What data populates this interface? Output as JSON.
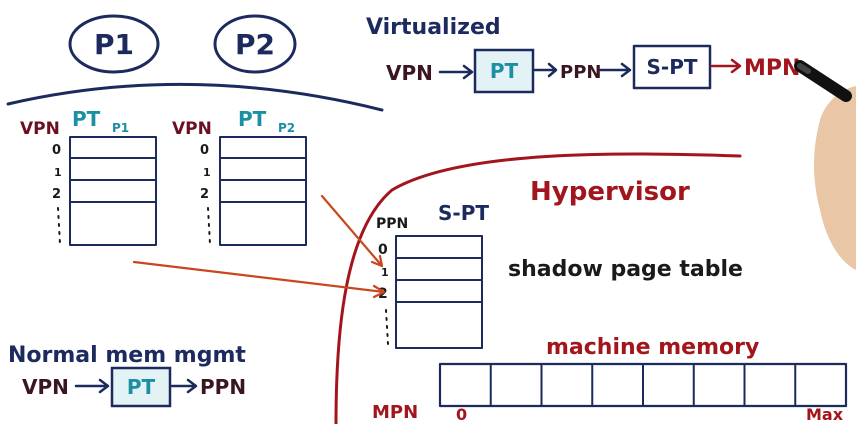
{
  "process_labels": [
    "P1",
    "P2"
  ],
  "pt_tables": [
    {
      "axis_label": "VPN",
      "title": "PT",
      "subscript": "P1",
      "row_labels": [
        "0",
        "1",
        "2"
      ]
    },
    {
      "axis_label": "VPN",
      "title": "PT",
      "subscript": "P2",
      "row_labels": [
        "0",
        "1",
        "2"
      ]
    }
  ],
  "virtualized": {
    "title": "Virtualized",
    "vpn": "VPN",
    "pt": "PT",
    "ppn": "PPN",
    "spt": "S-PT",
    "mpn": "MPN"
  },
  "hypervisor": {
    "title": "Hypervisor",
    "ppn_label": "PPN",
    "spt_title": "S-PT",
    "row_labels": [
      "0",
      "1",
      "2"
    ],
    "shadow_label": "shadow page table"
  },
  "machine_memory": {
    "title": "machine memory",
    "mpn_label": "MPN",
    "start_label": "0",
    "end_label": "Max",
    "cell_count": 8
  },
  "normal": {
    "title": "Normal mem mgmt",
    "vpn": "VPN",
    "pt": "PT",
    "ppn": "PPN"
  },
  "colors": {
    "navy_ink": "#1c2a5e",
    "red_ink": "#a3151c",
    "teal_ink": "#1b8fa3",
    "arrow_orange": "#c8471e",
    "box_fill": "#e3f3f5"
  }
}
